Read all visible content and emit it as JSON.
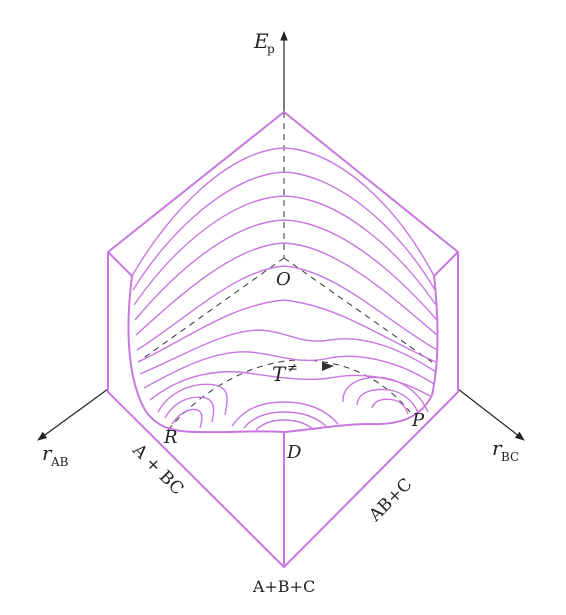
{
  "labels": {
    "energy_axis": "E",
    "energy_axis_sub": "p",
    "axis_ab": "r",
    "axis_ab_sub": "AB",
    "axis_bc": "r",
    "axis_bc_sub": "BC",
    "origin": "O",
    "transition_state": "T",
    "transition_mark": "≠",
    "reactant_point": "R",
    "product_point": "P",
    "bottom_point": "D",
    "left_valley": "A + BC",
    "right_valley": "AB+C",
    "bottom_corner": "A+B+C"
  },
  "colors": {
    "surface": "#c878e0",
    "axes": "#222222",
    "dashed": "#333333"
  }
}
